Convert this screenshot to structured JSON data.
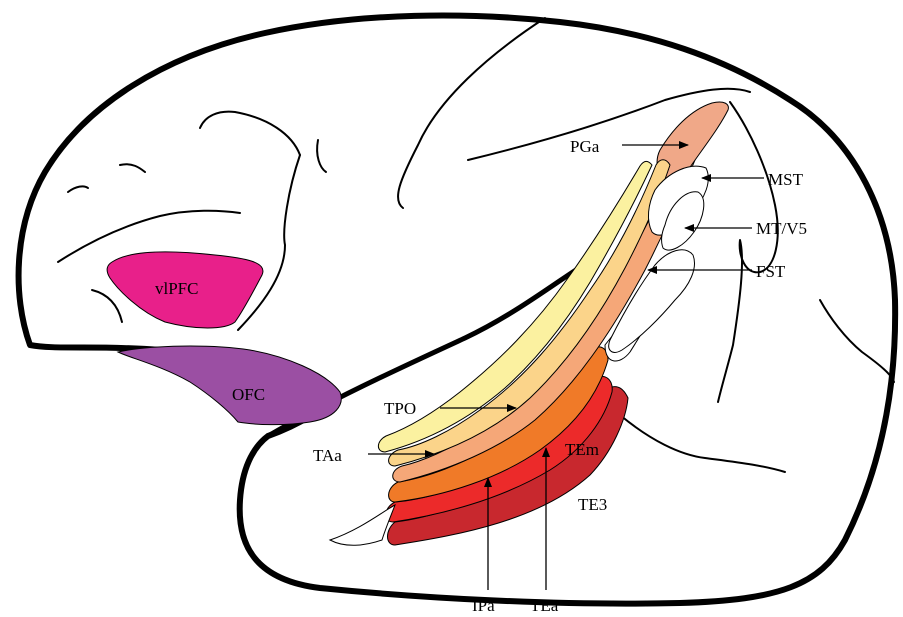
{
  "labels": {
    "vlpfc": "vlPFC",
    "ofc": "OFC",
    "pga": "PGa",
    "mst": "MST",
    "mt_v5": "MT/V5",
    "fst": "FST",
    "tpo": "TPO",
    "taa": "TAa",
    "tem": "TEm",
    "te3": "TE3",
    "ipa": "IPa",
    "tea": "TEa"
  },
  "colors": {
    "vlpfc": "#e8208a",
    "ofc": "#9b4fa3",
    "pga": "#f0a888",
    "mst": "#ffffff",
    "mt_v5": "#ffffff",
    "fst": "#ffffff",
    "tpo": "#fbd48a",
    "taa": "#fbf1a0",
    "ipa": "#f5a778",
    "tea": "#f07a28",
    "tem": "#ec2a2a",
    "te3": "#c8282e"
  }
}
